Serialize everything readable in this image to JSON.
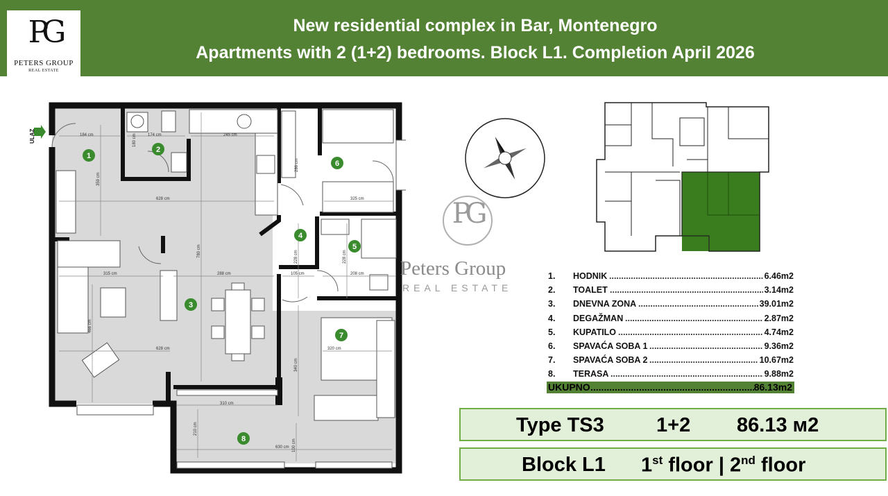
{
  "header": {
    "line1": "New residential complex in Bar, Montenegro",
    "line2": "Apartments with 2 (1+2) bedrooms. Block L1. Completion April 2026",
    "bg_color": "#548235"
  },
  "logo": {
    "monogram": "PG",
    "name": "PETERS GROUP",
    "sub": "REAL ESTATE"
  },
  "watermark": {
    "name": "Peters Group",
    "sub": "REAL ESTATE"
  },
  "plan": {
    "entrance_label": "ULAZ",
    "room_numbers": [
      "1",
      "2",
      "3",
      "4",
      "5",
      "6",
      "7",
      "8"
    ],
    "dimensions": {
      "d184": "184 cm",
      "d174": "174 cm",
      "d245": "245 cm",
      "d180": "180 cm",
      "d359": "359 cm",
      "d286": "286 cm",
      "d628a": "628 cm",
      "d325": "325 cm",
      "d780": "780 cm",
      "d228a": "228 cm",
      "d228b": "228 cm",
      "d315": "315 cm",
      "d288": "288 cm",
      "d105": "105 cm",
      "d208": "208 cm",
      "d466": "466 cm",
      "d320": "320 cm",
      "d340": "340 cm",
      "d628b": "628 cm",
      "d310": "310 cm",
      "d210": "210 cm",
      "d630": "630 cm",
      "d100": "100 cm"
    }
  },
  "rooms": [
    {
      "no": "1.",
      "name": "HODNIK",
      "area": "6.46m2"
    },
    {
      "no": "2.",
      "name": "TOALET",
      "area": "3.14m2"
    },
    {
      "no": "3.",
      "name": "DNEVNA ZONA",
      "area": "39.01m2"
    },
    {
      "no": "4.",
      "name": "DEGAŽMAN",
      "area": "2.87m2"
    },
    {
      "no": "5.",
      "name": "KUPATILO",
      "area": "4.74m2"
    },
    {
      "no": "6.",
      "name": "SPAVAĆA SOBA 1",
      "area": "9.36m2"
    },
    {
      "no": "7.",
      "name": "SPAVAĆA SOBA 2",
      "area": "10.67m2"
    },
    {
      "no": "8.",
      "name": "TERASA",
      "area": "9.88m2"
    }
  ],
  "total": {
    "label": "UKUPNO",
    "area": "86.13m2",
    "bg_color": "#548235"
  },
  "summary": {
    "type": "Type TS3",
    "rooms": "1+2",
    "area": "86.13 м2",
    "block": "Block L1",
    "floor1_num": "1",
    "floor1_sup": "st",
    "floor1_word": "floor",
    "separator": "|",
    "floor2_num": "2",
    "floor2_sup": "nd",
    "floor2_word": "floor"
  },
  "colors": {
    "accent_green": "#548235",
    "box_fill": "#e2efd9",
    "box_border": "#70ad47",
    "room_marker": "#3a8a2e",
    "floor_fill": "#d9d9d9"
  }
}
